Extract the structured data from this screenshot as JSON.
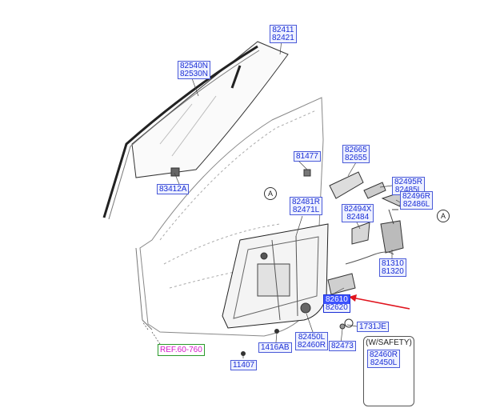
{
  "labels": {
    "p82411": [
      "82411",
      "82421"
    ],
    "p82540": [
      "82540N",
      "82530N"
    ],
    "p81477": [
      "81477"
    ],
    "p82665": [
      "82665",
      "82655"
    ],
    "p82495": [
      "82495R",
      "82485L"
    ],
    "p82496": [
      "82496R",
      "82486L"
    ],
    "p83412": [
      "83412A"
    ],
    "p82481": [
      "82481R",
      "82471L"
    ],
    "p82494": [
      "82494X",
      "82484"
    ],
    "p81310": [
      "81310",
      "81320"
    ],
    "p82610": [
      "82610",
      "82620"
    ],
    "p1731": [
      "1731JE"
    ],
    "p82450": [
      "82450L",
      "82460R"
    ],
    "p82473": [
      "82473"
    ],
    "p1416": [
      "1416AB"
    ],
    "p11407": [
      "11407"
    ],
    "p82460": [
      "82460R",
      "82450L"
    ]
  },
  "ref": "REF.60-760",
  "callout_a": "A",
  "safety_title": "(W/SAFETY)",
  "colors": {
    "label_text": "#1b2fd6",
    "label_fill": "#eef1ff",
    "highlight": "#3c52ff",
    "arrow": "#e0141e",
    "ref_text": "#d414c8"
  }
}
